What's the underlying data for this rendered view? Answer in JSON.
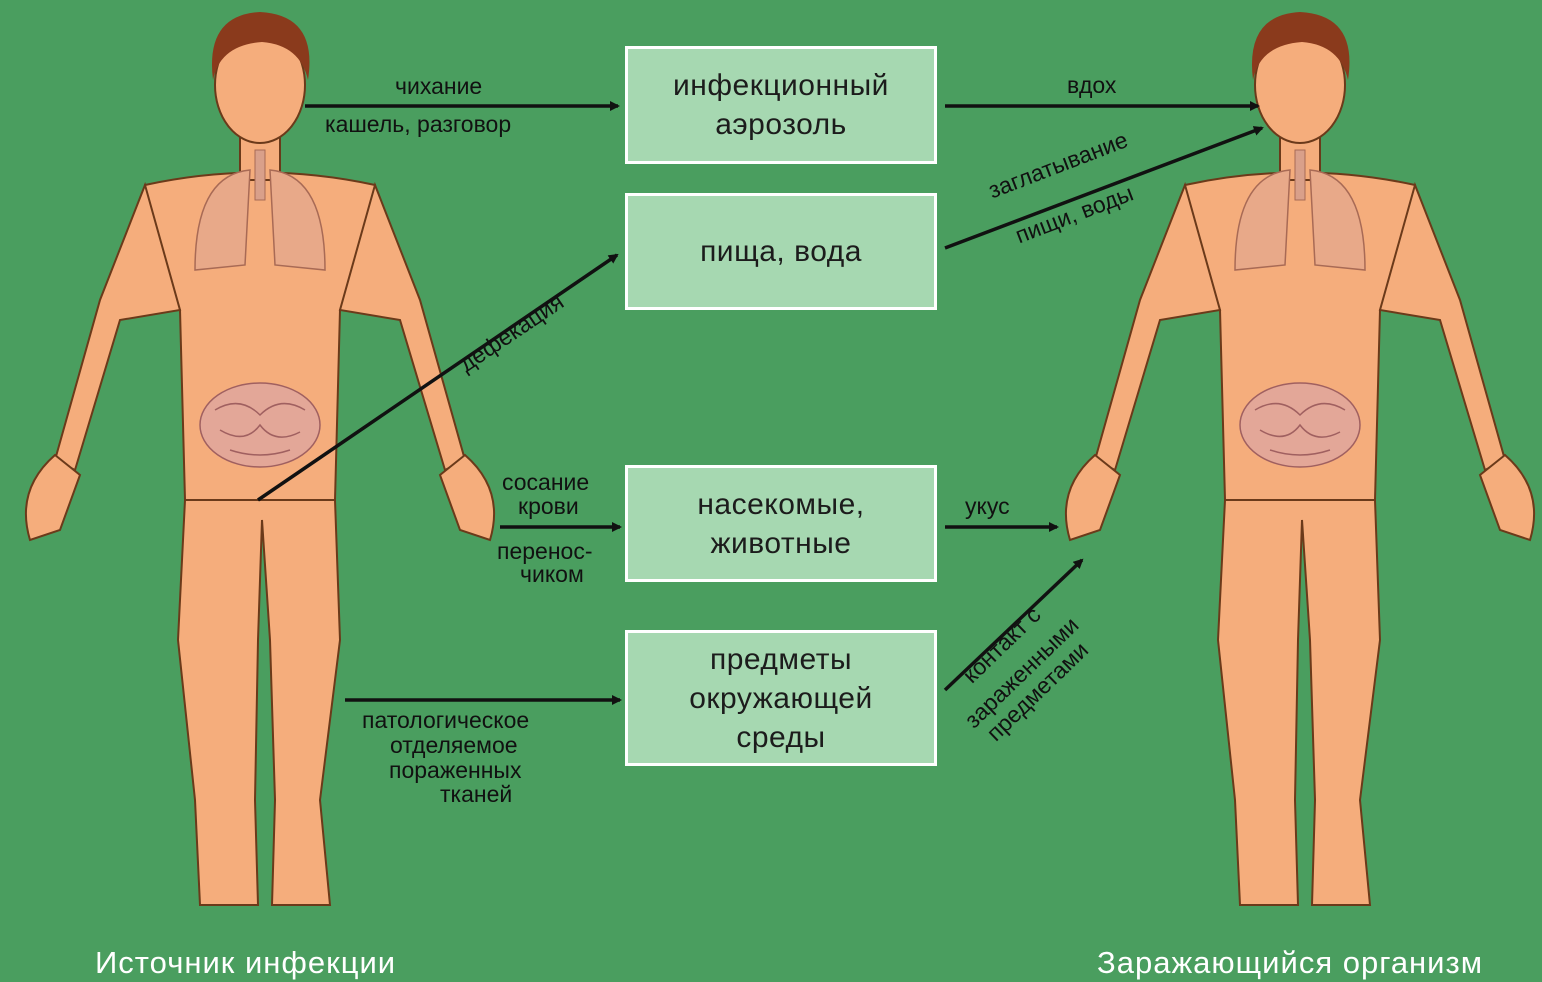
{
  "captions": {
    "source": "Источник инфекции",
    "recipient": "Заражающийся организм"
  },
  "boxes": {
    "aerosol": "инфекционный\nаэрозоль",
    "food": "пища, вода",
    "insects": "насекомые,\nживотные",
    "objects": "предметы\nокружающей\nсреды"
  },
  "labels": {
    "sneeze": "чихание",
    "cough": "кашель, разговор",
    "inhale": "вдох",
    "swallow_1": "заглатывание",
    "swallow_2": "пищи, воды",
    "defecation": "дефекация",
    "blood_1": "сосание",
    "blood_2": "крови",
    "vector_1": "перенос-",
    "vector_2": "чиком",
    "bite": "укус",
    "contact_1": "контакт с",
    "contact_2": "зараженными",
    "contact_3": "предметами",
    "discharge_1": "патологическое",
    "discharge_2": "отделяемое",
    "discharge_3": "пораженных",
    "discharge_4": "тканей"
  },
  "colors": {
    "background": "#4a9e5f",
    "box_fill": "#a6d8b1",
    "skin": "#f5ad7c",
    "hair": "#8a3a1c",
    "arrow": "#111111"
  }
}
